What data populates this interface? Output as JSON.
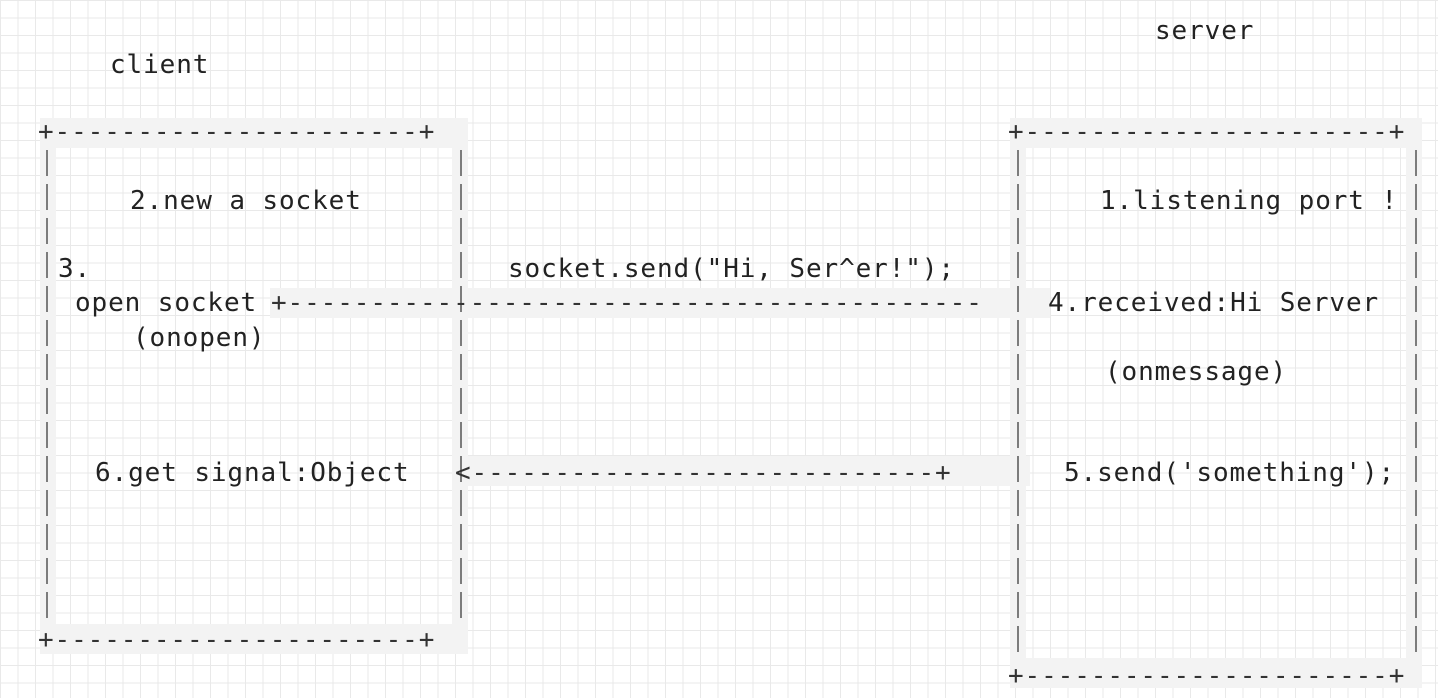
{
  "labels": {
    "client": "client",
    "server": "server"
  },
  "client_box": {
    "step2": "2.new a socket",
    "step3_num": "3.",
    "step3_text": "open socket",
    "step3_event": "(onopen)",
    "step6": "6.get signal:Object"
  },
  "server_box": {
    "step1": "1.listening port !",
    "step4": "4.received:Hi Server",
    "step4_event": "(onmessage)",
    "step5": "5.send('something');"
  },
  "messages": {
    "send_call": "socket.send(\"Hi, Ser^er!\");"
  },
  "ascii": {
    "client_edge": "+----------------------+",
    "server_top_edge": "+----------------------+",
    "server_bottom_edge": "+----------------------+",
    "send_arrow": "+------------------------------------------",
    "reply_arrow": "<----------------------------+"
  },
  "colors": {
    "text": "#222222",
    "grid": "#e9e9e9",
    "band": "#f3f3f3"
  }
}
